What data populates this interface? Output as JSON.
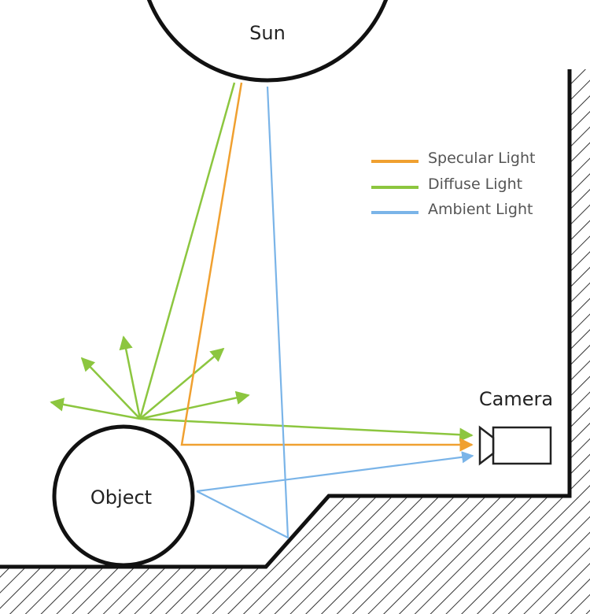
{
  "labels": {
    "sun": "Sun",
    "object": "Object",
    "camera": "Camera"
  },
  "legend": [
    {
      "label": "Specular Light",
      "color": "#f0a030"
    },
    {
      "label": "Diffuse Light",
      "color": "#8cc63f"
    },
    {
      "label": "Ambient Light",
      "color": "#7ab4e8"
    }
  ],
  "colors": {
    "specular": "#f0a030",
    "diffuse": "#8cc63f",
    "ambient": "#7ab4e8",
    "outline": "#111111",
    "hatch": "#333333"
  }
}
